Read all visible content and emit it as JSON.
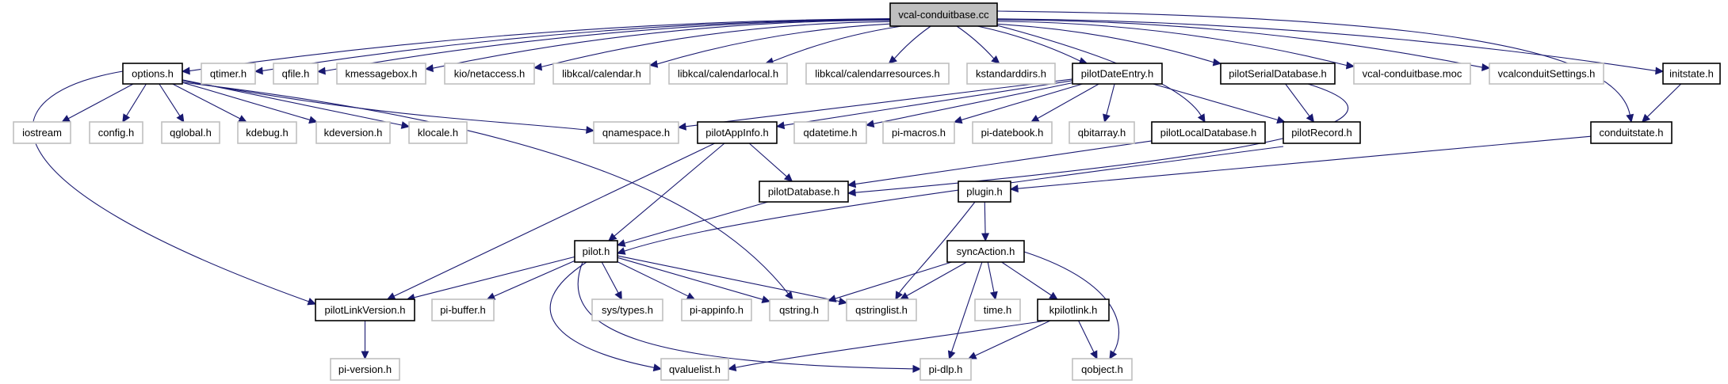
{
  "diagram": {
    "type": "include-dependency-graph",
    "colors": {
      "edge": "#191970",
      "root_fill": "#bfbfbf",
      "local_border": "#000000",
      "external_border": "#bfbfbf"
    },
    "root": "vcal-conduitbase.cc",
    "nodes": [
      {
        "id": "root",
        "label": "vcal-conduitbase.cc",
        "kind": "root"
      },
      {
        "id": "options",
        "label": "options.h",
        "kind": "local"
      },
      {
        "id": "qtimer",
        "label": "qtimer.h",
        "kind": "external"
      },
      {
        "id": "qfile",
        "label": "qfile.h",
        "kind": "external"
      },
      {
        "id": "kmessagebox",
        "label": "kmessagebox.h",
        "kind": "external"
      },
      {
        "id": "netaccess",
        "label": "kio/netaccess.h",
        "kind": "external"
      },
      {
        "id": "calendar",
        "label": "libkcal/calendar.h",
        "kind": "external"
      },
      {
        "id": "calendarlocal",
        "label": "libkcal/calendarlocal.h",
        "kind": "external"
      },
      {
        "id": "calendarresources",
        "label": "libkcal/calendarresources.h",
        "kind": "external"
      },
      {
        "id": "kstandarddirs",
        "label": "kstandarddirs.h",
        "kind": "external"
      },
      {
        "id": "pilotDateEntry",
        "label": "pilotDateEntry.h",
        "kind": "local"
      },
      {
        "id": "pilotSerialDatabase",
        "label": "pilotSerialDatabase.h",
        "kind": "local"
      },
      {
        "id": "moc",
        "label": "vcal-conduitbase.moc",
        "kind": "external"
      },
      {
        "id": "vcalconduitSettings",
        "label": "vcalconduitSettings.h",
        "kind": "external"
      },
      {
        "id": "initstate",
        "label": "initstate.h",
        "kind": "local"
      },
      {
        "id": "iostream",
        "label": "iostream",
        "kind": "external"
      },
      {
        "id": "config",
        "label": "config.h",
        "kind": "external"
      },
      {
        "id": "qglobal",
        "label": "qglobal.h",
        "kind": "external"
      },
      {
        "id": "kdebug",
        "label": "kdebug.h",
        "kind": "external"
      },
      {
        "id": "kdeversion",
        "label": "kdeversion.h",
        "kind": "external"
      },
      {
        "id": "klocale",
        "label": "klocale.h",
        "kind": "external"
      },
      {
        "id": "qnamespace",
        "label": "qnamespace.h",
        "kind": "external"
      },
      {
        "id": "pilotAppInfo",
        "label": "pilotAppInfo.h",
        "kind": "local"
      },
      {
        "id": "qdatetime",
        "label": "qdatetime.h",
        "kind": "external"
      },
      {
        "id": "pimacros",
        "label": "pi-macros.h",
        "kind": "external"
      },
      {
        "id": "pidatebook",
        "label": "pi-datebook.h",
        "kind": "external"
      },
      {
        "id": "qbitarray",
        "label": "qbitarray.h",
        "kind": "external"
      },
      {
        "id": "pilotLocalDatabase",
        "label": "pilotLocalDatabase.h",
        "kind": "local"
      },
      {
        "id": "pilotRecord",
        "label": "pilotRecord.h",
        "kind": "local"
      },
      {
        "id": "conduitstate",
        "label": "conduitstate.h",
        "kind": "local"
      },
      {
        "id": "pilotDatabase",
        "label": "pilotDatabase.h",
        "kind": "local"
      },
      {
        "id": "plugin",
        "label": "plugin.h",
        "kind": "local"
      },
      {
        "id": "pilot",
        "label": "pilot.h",
        "kind": "local"
      },
      {
        "id": "syncAction",
        "label": "syncAction.h",
        "kind": "local"
      },
      {
        "id": "pilotLinkVersion",
        "label": "pilotLinkVersion.h",
        "kind": "local"
      },
      {
        "id": "pibuffer",
        "label": "pi-buffer.h",
        "kind": "external"
      },
      {
        "id": "systypes",
        "label": "sys/types.h",
        "kind": "external"
      },
      {
        "id": "piappinfo",
        "label": "pi-appinfo.h",
        "kind": "external"
      },
      {
        "id": "qstring",
        "label": "qstring.h",
        "kind": "external"
      },
      {
        "id": "qstringlist",
        "label": "qstringlist.h",
        "kind": "external"
      },
      {
        "id": "time",
        "label": "time.h",
        "kind": "external"
      },
      {
        "id": "kpilotlink",
        "label": "kpilotlink.h",
        "kind": "local"
      },
      {
        "id": "piversion",
        "label": "pi-version.h",
        "kind": "external"
      },
      {
        "id": "qvaluelist",
        "label": "qvaluelist.h",
        "kind": "external"
      },
      {
        "id": "pidlp",
        "label": "pi-dlp.h",
        "kind": "external"
      },
      {
        "id": "qobject",
        "label": "qobject.h",
        "kind": "external"
      }
    ],
    "edges": [
      [
        "root",
        "options"
      ],
      [
        "root",
        "qtimer"
      ],
      [
        "root",
        "qfile"
      ],
      [
        "root",
        "kmessagebox"
      ],
      [
        "root",
        "netaccess"
      ],
      [
        "root",
        "calendar"
      ],
      [
        "root",
        "calendarlocal"
      ],
      [
        "root",
        "calendarresources"
      ],
      [
        "root",
        "kstandarddirs"
      ],
      [
        "root",
        "pilotDateEntry"
      ],
      [
        "root",
        "pilotLocalDatabase"
      ],
      [
        "root",
        "pilotSerialDatabase"
      ],
      [
        "root",
        "moc"
      ],
      [
        "root",
        "vcalconduitSettings"
      ],
      [
        "root",
        "initstate"
      ],
      [
        "root",
        "conduitstate"
      ],
      [
        "options",
        "iostream"
      ],
      [
        "options",
        "config"
      ],
      [
        "options",
        "qglobal"
      ],
      [
        "options",
        "kdebug"
      ],
      [
        "options",
        "kdeversion"
      ],
      [
        "options",
        "klocale"
      ],
      [
        "options",
        "qnamespace"
      ],
      [
        "options",
        "qstring"
      ],
      [
        "options",
        "pilotLinkVersion"
      ],
      [
        "pilotDateEntry",
        "qnamespace"
      ],
      [
        "pilotDateEntry",
        "pilotAppInfo"
      ],
      [
        "pilotDateEntry",
        "qdatetime"
      ],
      [
        "pilotDateEntry",
        "pimacros"
      ],
      [
        "pilotDateEntry",
        "pidatebook"
      ],
      [
        "pilotDateEntry",
        "qbitarray"
      ],
      [
        "pilotDateEntry",
        "pilotRecord"
      ],
      [
        "pilotSerialDatabase",
        "pilotRecord"
      ],
      [
        "pilotSerialDatabase",
        "pilotDatabase"
      ],
      [
        "initstate",
        "conduitstate"
      ],
      [
        "conduitstate",
        "plugin"
      ],
      [
        "pilotLocalDatabase",
        "pilotDatabase"
      ],
      [
        "pilotRecord",
        "pilot"
      ],
      [
        "pilotAppInfo",
        "pilotDatabase"
      ],
      [
        "pilotAppInfo",
        "pilot"
      ],
      [
        "pilotAppInfo",
        "pilotLinkVersion"
      ],
      [
        "pilotDatabase",
        "pilot"
      ],
      [
        "plugin",
        "syncAction"
      ],
      [
        "plugin",
        "qstringlist"
      ],
      [
        "pilot",
        "pilotLinkVersion"
      ],
      [
        "pilot",
        "pibuffer"
      ],
      [
        "pilot",
        "systypes"
      ],
      [
        "pilot",
        "piappinfo"
      ],
      [
        "pilot",
        "qstring"
      ],
      [
        "pilot",
        "qstringlist"
      ],
      [
        "pilot",
        "qvaluelist"
      ],
      [
        "pilot",
        "pidlp"
      ],
      [
        "syncAction",
        "qstring"
      ],
      [
        "syncAction",
        "qstringlist"
      ],
      [
        "syncAction",
        "time"
      ],
      [
        "syncAction",
        "kpilotlink"
      ],
      [
        "syncAction",
        "pidlp"
      ],
      [
        "syncAction",
        "qobject"
      ],
      [
        "pilotLinkVersion",
        "piversion"
      ],
      [
        "kpilotlink",
        "qvaluelist"
      ],
      [
        "kpilotlink",
        "pidlp"
      ],
      [
        "kpilotlink",
        "qobject"
      ]
    ]
  }
}
